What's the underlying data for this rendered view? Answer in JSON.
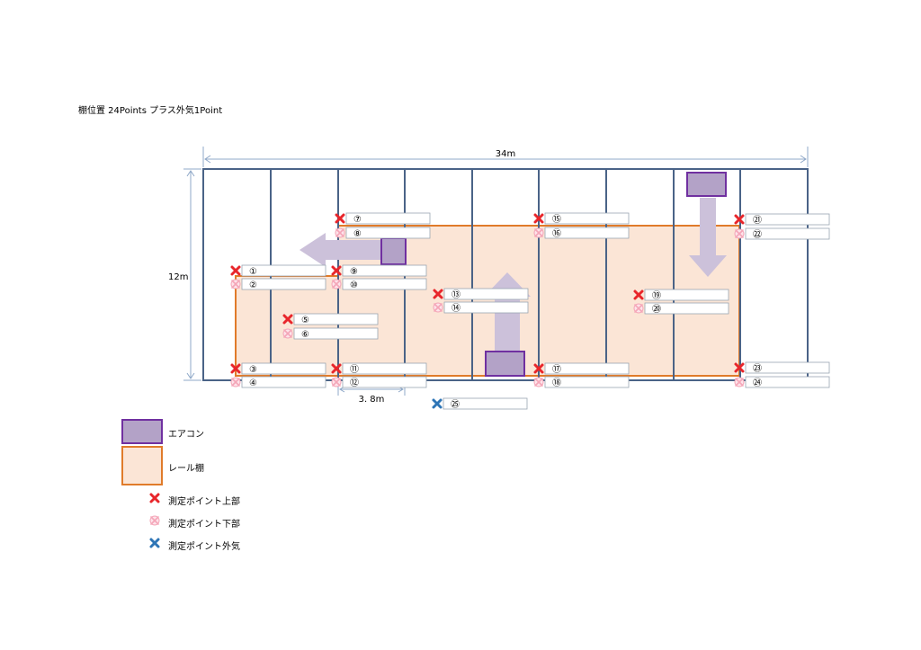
{
  "title": "棚位置  24Points  プラス外気1Point",
  "dimensions": {
    "width_label": "34m",
    "height_label": "12m",
    "bay_label": "3. 8m"
  },
  "colors": {
    "grid": "#4a6387",
    "rail_fill": "#fbe5d6",
    "rail_border": "#e07b2a",
    "ac_fill": "#b3a2c7",
    "ac_border": "#7030a0",
    "arrow": "#ccc1da",
    "dim": "#8fa8c8",
    "upper_mark": "#e8262b",
    "lower_mark": "#f4a6b8",
    "outside_mark": "#2e75b6"
  },
  "points": [
    {
      "label": "①",
      "type": "upper"
    },
    {
      "label": "②",
      "type": "lower"
    },
    {
      "label": "③",
      "type": "upper"
    },
    {
      "label": "④",
      "type": "lower"
    },
    {
      "label": "⑤",
      "type": "upper"
    },
    {
      "label": "⑥",
      "type": "lower"
    },
    {
      "label": "⑦",
      "type": "upper"
    },
    {
      "label": "⑧",
      "type": "lower"
    },
    {
      "label": "⑨",
      "type": "upper"
    },
    {
      "label": "⑩",
      "type": "lower"
    },
    {
      "label": "⑪",
      "type": "upper"
    },
    {
      "label": "⑫",
      "type": "lower"
    },
    {
      "label": "⑬",
      "type": "upper"
    },
    {
      "label": "⑭",
      "type": "lower"
    },
    {
      "label": "⑮",
      "type": "upper"
    },
    {
      "label": "⑯",
      "type": "lower"
    },
    {
      "label": "⑰",
      "type": "upper"
    },
    {
      "label": "⑱",
      "type": "lower"
    },
    {
      "label": "⑲",
      "type": "upper"
    },
    {
      "label": "⑳",
      "type": "lower"
    },
    {
      "label": "㉑",
      "type": "upper"
    },
    {
      "label": "㉒",
      "type": "lower"
    },
    {
      "label": "㉓",
      "type": "upper"
    },
    {
      "label": "㉔",
      "type": "lower"
    },
    {
      "label": "㉕",
      "type": "outside"
    }
  ],
  "legend": {
    "aircon": "エアコン",
    "rail": "レール棚",
    "upper": "測定ポイント上部",
    "lower": "測定ポイント下部",
    "outside": "測定ポイント外気"
  }
}
